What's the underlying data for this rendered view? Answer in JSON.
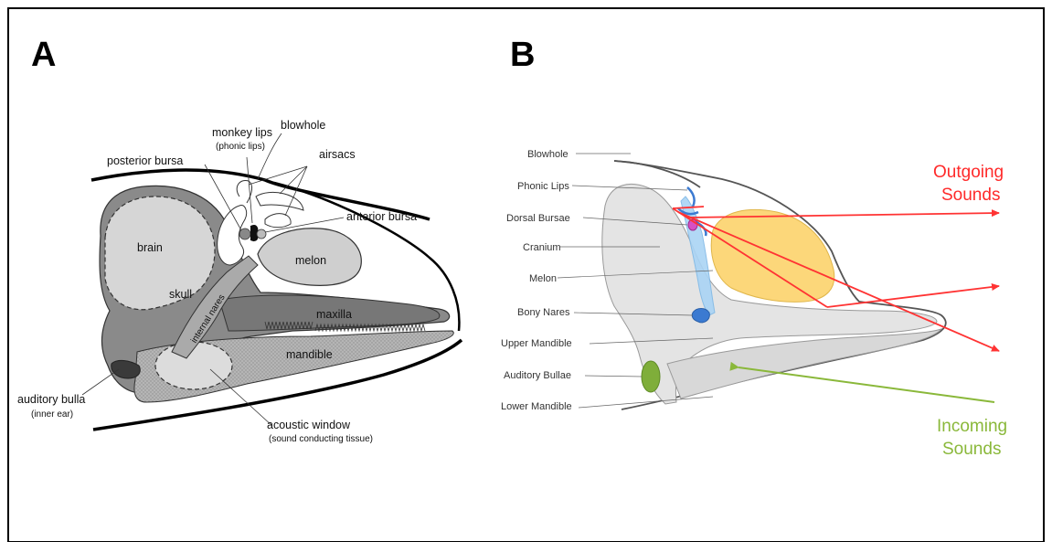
{
  "panels": {
    "a": {
      "letter": "A",
      "labels": {
        "monkey_lips": "monkey lips",
        "phonic_lips": "(phonic lips)",
        "blowhole": "blowhole",
        "airsacs": "airsacs",
        "posterior_bursa": "posterior bursa",
        "anterior_bursa": "anterior bursa",
        "brain": "brain",
        "skull": "skull",
        "melon": "melon",
        "internal_nares": "internal nares",
        "maxilla": "maxilla",
        "mandible": "mandible",
        "auditory_bulla": "auditory bulla",
        "inner_ear": "(inner ear)",
        "acoustic_window": "acoustic window",
        "sound_conducting_tissue": "(sound conducting tissue)"
      }
    },
    "b": {
      "letter": "B",
      "labels": {
        "blowhole": "Blowhole",
        "phonic_lips": "Phonic Lips",
        "dorsal_bursae": "Dorsal Bursae",
        "cranium": "Cranium",
        "melon": "Melon",
        "bony_nares": "Bony Nares",
        "upper_mandible": "Upper Mandible",
        "auditory_bullae": "Auditory Bullae",
        "lower_mandible": "Lower Mandible"
      },
      "outgoing": {
        "line1": "Outgoing",
        "line2": "Sounds",
        "color": "#ff2a2a"
      },
      "incoming": {
        "line1": "Incoming",
        "line2": "Sounds",
        "color": "#8ab83a"
      },
      "melon_color": "#fcd77a",
      "bulla_color": "#7fae3a"
    }
  }
}
